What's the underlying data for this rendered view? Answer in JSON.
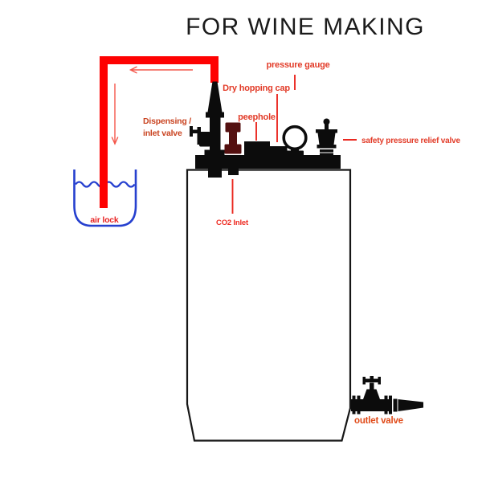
{
  "title": "FOR WINE MAKING",
  "labels": {
    "pressure_gauge": "pressure gauge",
    "dry_hopping_cap": "Dry hopping cap",
    "peephole": "peephole",
    "dispensing_inlet_line1": "Dispensing /",
    "dispensing_inlet_line2": "inlet valve",
    "safety_pressure_relief_valve": "safety pressure relief valve",
    "co2_inlet": "CO2 Inlet",
    "air_lock": "air lock",
    "outlet_valve": "outlet valve"
  },
  "colors": {
    "title_black": "#1b1b1b",
    "label_orange_red": "#e23b28",
    "label_brick": "#c94320",
    "label_bright_red": "#ee2d24",
    "label_airlock_red": "#e82222",
    "label_outlet_orange": "#e04a18",
    "tube_red": "#fe0202",
    "arrow_light_red": "#f4564a",
    "pointer_red": "#ea2820",
    "airlock_blue": "#2640cf",
    "cap_maroon": "#541010",
    "fitting_black": "#0c0c0c",
    "tank_outline": "#161616"
  }
}
